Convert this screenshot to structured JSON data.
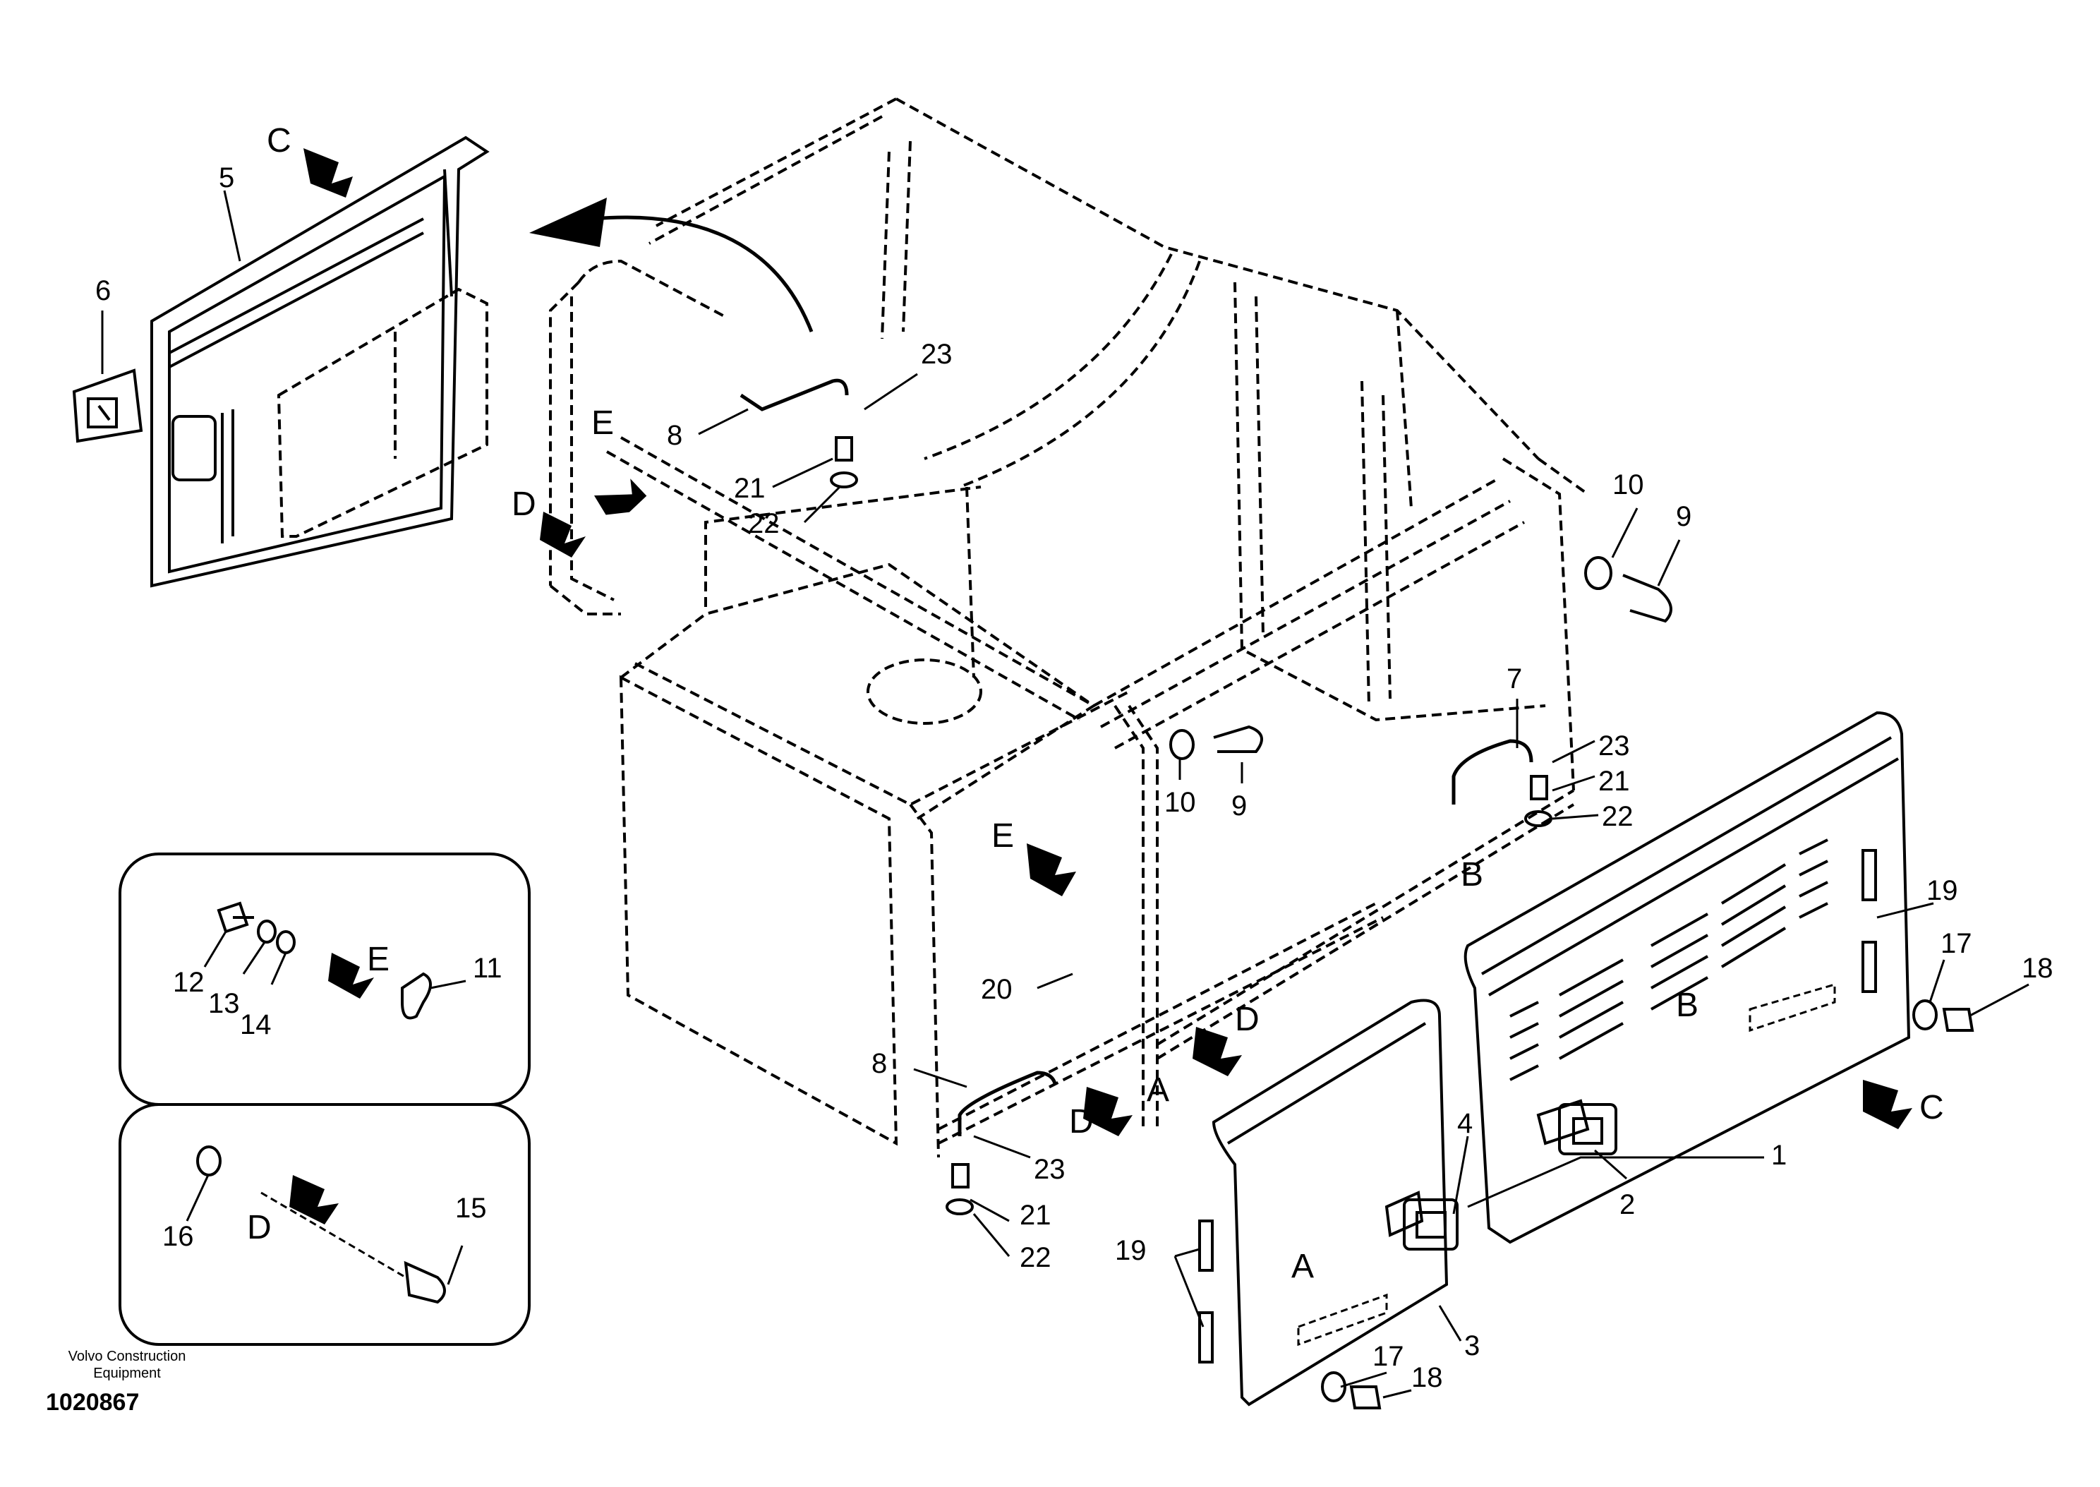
{
  "footer": {
    "company_line1": "Volvo Construction",
    "company_line2": "Equipment",
    "drawing_number": "1020867"
  },
  "part_labels": [
    "5",
    "6",
    "23",
    "8",
    "21",
    "22",
    "10",
    "9",
    "7",
    "23",
    "21",
    "22",
    "10",
    "9",
    "19",
    "17",
    "18",
    "12",
    "13",
    "14",
    "11",
    "20",
    "8",
    "23",
    "21",
    "22",
    "4",
    "2",
    "1",
    "19",
    "3",
    "17",
    "18",
    "16",
    "15"
  ],
  "view_letters": [
    "C",
    "E",
    "D",
    "E",
    "B",
    "B",
    "E",
    "D",
    "A",
    "D",
    "C",
    "A",
    "D"
  ]
}
